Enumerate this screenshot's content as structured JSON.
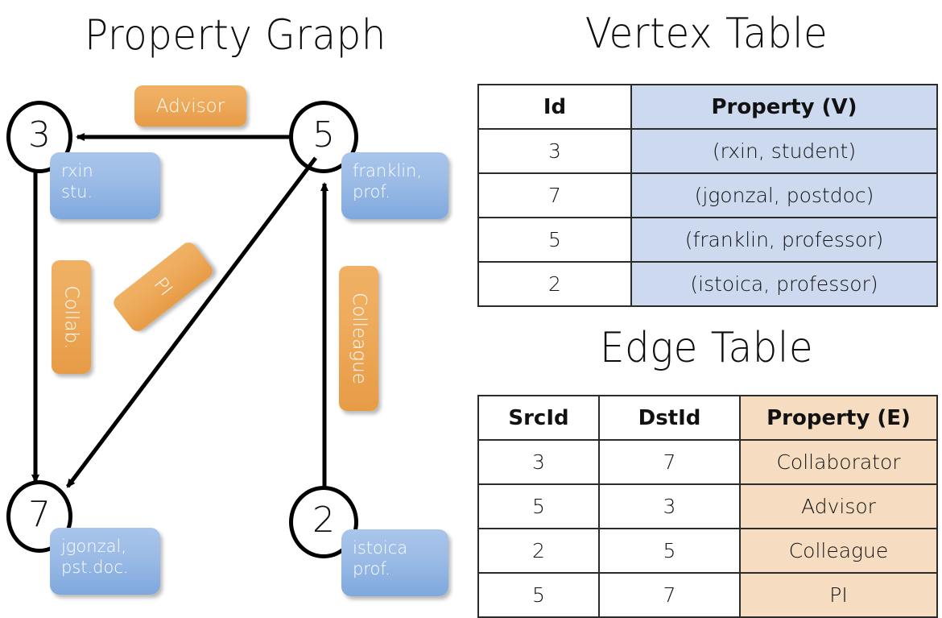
{
  "titles": {
    "property_graph": "Property Graph",
    "vertex_table": "Vertex Table",
    "edge_table": "Edge Table"
  },
  "graph": {
    "nodes": [
      {
        "id": "3",
        "property_lines": [
          "rxin",
          "stu."
        ]
      },
      {
        "id": "5",
        "property_lines": [
          "franklin,",
          "prof."
        ]
      },
      {
        "id": "7",
        "property_lines": [
          "jgonzal,",
          "pst.doc."
        ]
      },
      {
        "id": "2",
        "property_lines": [
          "istoica",
          "prof."
        ]
      }
    ],
    "edge_labels": [
      {
        "label": "Advisor",
        "orientation": "horizontal"
      },
      {
        "label": "Collab.",
        "orientation": "vertical"
      },
      {
        "label": "PI",
        "orientation": "tilted"
      },
      {
        "label": "Colleague",
        "orientation": "vertical"
      }
    ],
    "edges": [
      {
        "from": "5",
        "to": "3",
        "label": "Advisor"
      },
      {
        "from": "3",
        "to": "7",
        "label": "Collab."
      },
      {
        "from": "5",
        "to": "7",
        "label": "PI"
      },
      {
        "from": "2",
        "to": "5",
        "label": "Colleague"
      }
    ]
  },
  "vertex_table": {
    "headers": [
      "Id",
      "Property (V)"
    ],
    "rows": [
      {
        "id": "3",
        "property": "(rxin, student)"
      },
      {
        "id": "7",
        "property": "(jgonzal, postdoc)"
      },
      {
        "id": "5",
        "property": "(franklin, professor)"
      },
      {
        "id": "2",
        "property": "(istoica, professor)"
      }
    ]
  },
  "edge_table": {
    "headers": [
      "SrcId",
      "DstId",
      "Property (E)"
    ],
    "rows": [
      {
        "src": "3",
        "dst": "7",
        "property": "Collaborator"
      },
      {
        "src": "5",
        "dst": "3",
        "property": "Advisor"
      },
      {
        "src": "2",
        "dst": "5",
        "property": "Colleague"
      },
      {
        "src": "5",
        "dst": "7",
        "property": "PI"
      }
    ]
  },
  "colors": {
    "vertex_property_fill": "#ccd9ee",
    "edge_property_fill": "#f6ddc2",
    "node_box_blue": "#9bbbe6",
    "edge_label_orange": "#eeab5d",
    "stroke": "#000000"
  }
}
